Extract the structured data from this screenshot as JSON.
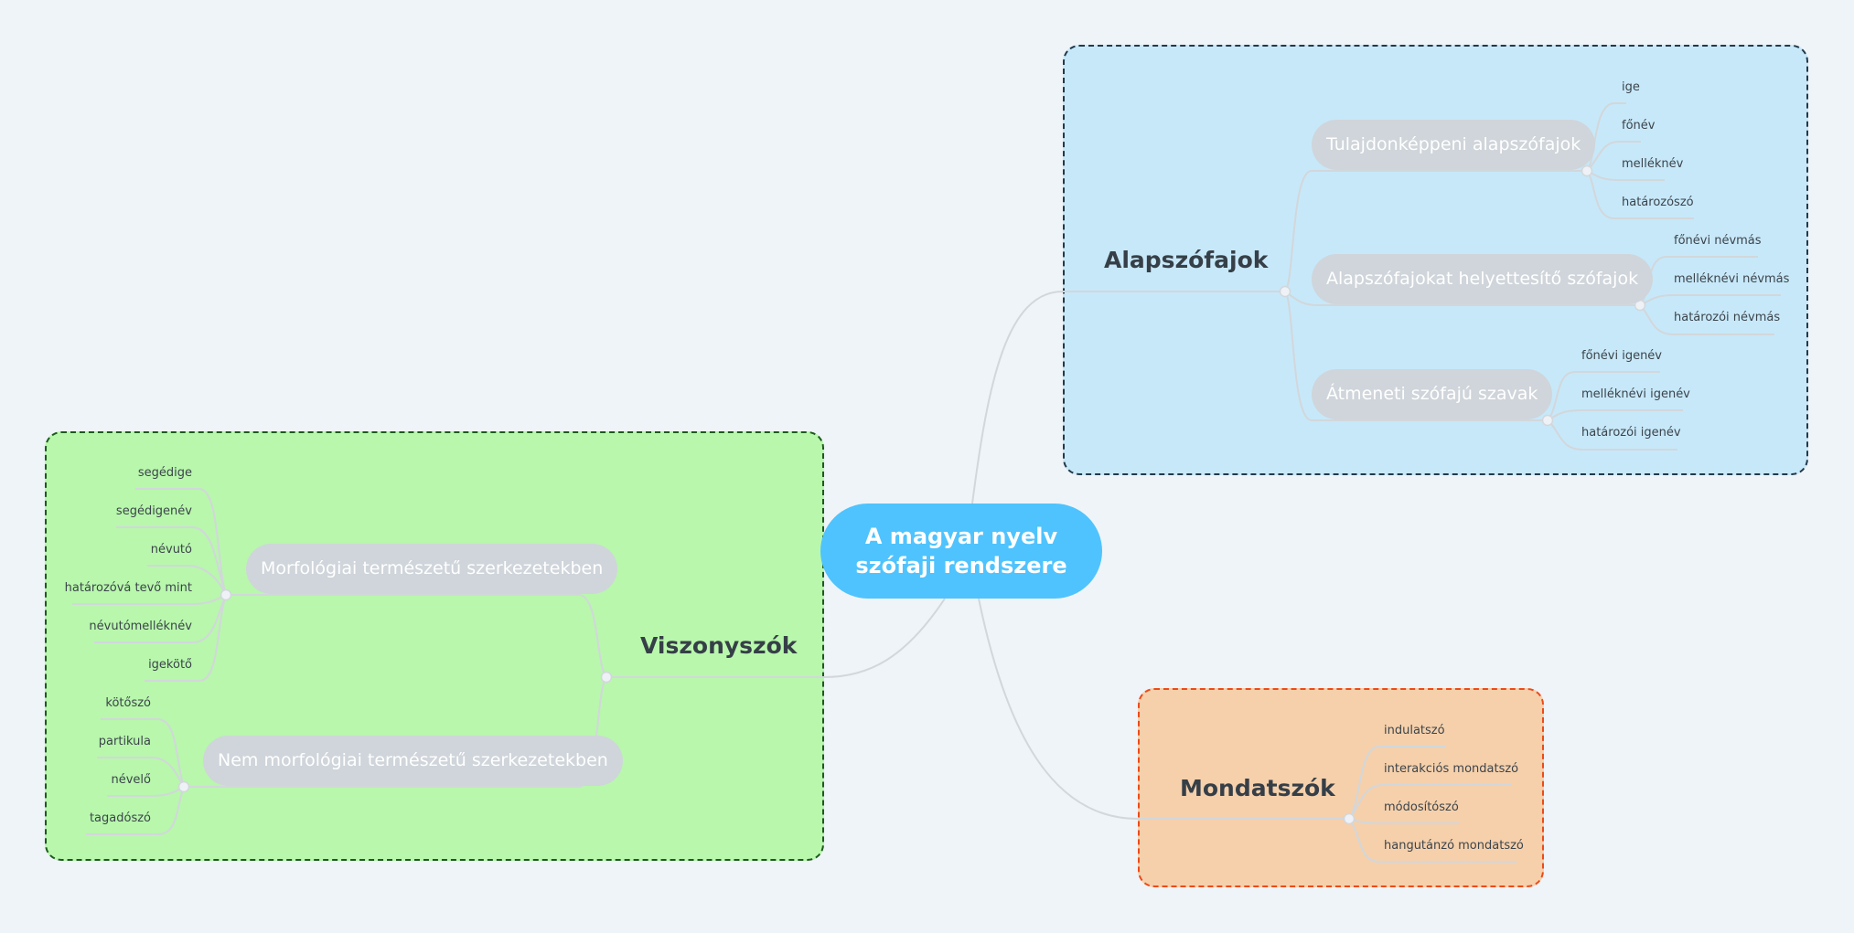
{
  "central_topic": "A magyar nyelv szófaji rendszere",
  "colors": {
    "background": "#eff4f8",
    "central": "#4fc3fd",
    "alapszofajok_box": "#c7e8f9",
    "alapszofajok_border": "#22394a",
    "viszonyszok_box": "#b8f7ac",
    "viszonyszok_border": "#1c5a1c",
    "mondatszok_box": "#f5d0ab",
    "mondatszok_border": "#ee4a18",
    "subtopic": "#cfd5da",
    "connector": "#d2d7db"
  },
  "branches": {
    "alapszofajok": {
      "title": "Alapszófajok",
      "subtopics": [
        {
          "label": "Tulajdonképpeni alapszófajok",
          "leaves": [
            "ige",
            "főnév",
            "melléknév",
            "határozószó"
          ]
        },
        {
          "label": "Alapszófajokat helyettesítő szófajok",
          "leaves": [
            "főnévi névmás",
            "melléknévi névmás",
            "határozói névmás"
          ]
        },
        {
          "label": "Átmeneti szófajú szavak",
          "leaves": [
            "főnévi igenév",
            "melléknévi igenév",
            "határozói igenév"
          ]
        }
      ]
    },
    "viszonyszok": {
      "title": "Viszonyszók",
      "subtopics": [
        {
          "label": "Morfológiai természetű szerkezetekben",
          "leaves": [
            "segédige",
            "segédigenév",
            "névutó",
            "határozóvá tevő mint",
            "névutómelléknév",
            "igekötő"
          ]
        },
        {
          "label": "Nem morfológiai természetű szerkezetekben",
          "leaves": [
            "kötőszó",
            "partikula",
            "névelő",
            "tagadószó"
          ]
        }
      ]
    },
    "mondatszok": {
      "title": "Mondatszók",
      "leaves": [
        "indulatszó",
        "interakciós mondatszó",
        "módosítószó",
        "hangutánzó mondatszó"
      ]
    }
  }
}
